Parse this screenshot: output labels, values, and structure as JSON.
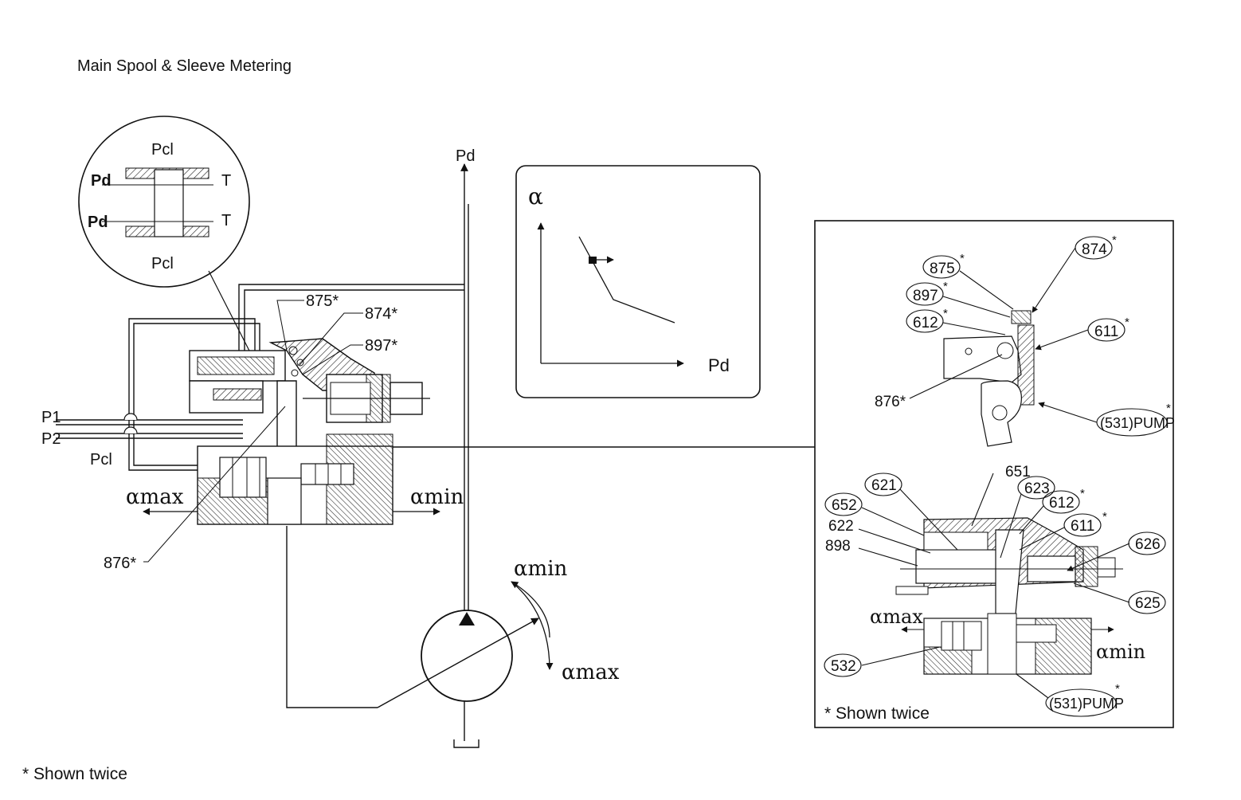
{
  "title": "Main Spool & Sleeve Metering",
  "footnote": "* Shown twice",
  "circle_detail": {
    "pcl_top": "Pcl",
    "pcl_bottom": "Pcl",
    "pd_top": "Pd",
    "pd_bottom": "Pd",
    "t_top": "T",
    "t_bottom": "T"
  },
  "circuit": {
    "pd_label": "Pd",
    "p1_label": "P1",
    "p2_label": "P2",
    "pcl_label": "Pcl",
    "alpha_max_left": "αmax",
    "alpha_min_right": "αmin",
    "alpha_min_pump": "αmin",
    "alpha_max_pump": "αmax"
  },
  "main_callouts": {
    "c875": "875*",
    "c874": "874*",
    "c897": "897*",
    "c876": "876*"
  },
  "graph": {
    "y_label": "α",
    "x_label": "Pd"
  },
  "detail_panel": {
    "top_view": {
      "b875": "875",
      "b897": "897",
      "b612": "612",
      "b874": "874",
      "b611": "611",
      "b531": "(531)PUMP",
      "l876": "876*",
      "star": "*"
    },
    "section_view": {
      "l651": "651",
      "b621": "621",
      "b623": "623",
      "b612": "612",
      "b652": "652",
      "l622": "622",
      "b611": "611",
      "l898": "898",
      "b626": "626",
      "b625": "625",
      "b532": "532",
      "b531": "(531)PUMP",
      "alpha_max": "αmax",
      "alpha_min": "αmin",
      "star": "*"
    },
    "footnote": "* Shown twice"
  }
}
